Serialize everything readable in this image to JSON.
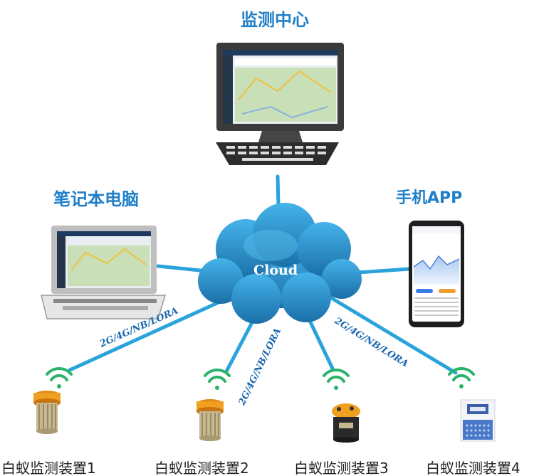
{
  "titles": {
    "monitor_center": "监测中心",
    "laptop": "笔记本电脑",
    "mobile_app": "手机APP"
  },
  "cloud_label": "Cloud",
  "protocols": {
    "link1": "2G/4G/NB/LORA",
    "link2": "2G/4G/NB/LORA",
    "link3": "2G/4G/NB/LORA"
  },
  "devices": [
    {
      "label": "白蚁监测装置1"
    },
    {
      "label": "白蚁监测装置2"
    },
    {
      "label": "白蚁监测装置3"
    },
    {
      "label": "白蚁监测装置4"
    }
  ],
  "colors": {
    "title_blue": "#1f7fc9",
    "link_blue": "#29a3dc",
    "cloud_blue": "#2b95d3",
    "wifi_green": "#2bb36b"
  }
}
